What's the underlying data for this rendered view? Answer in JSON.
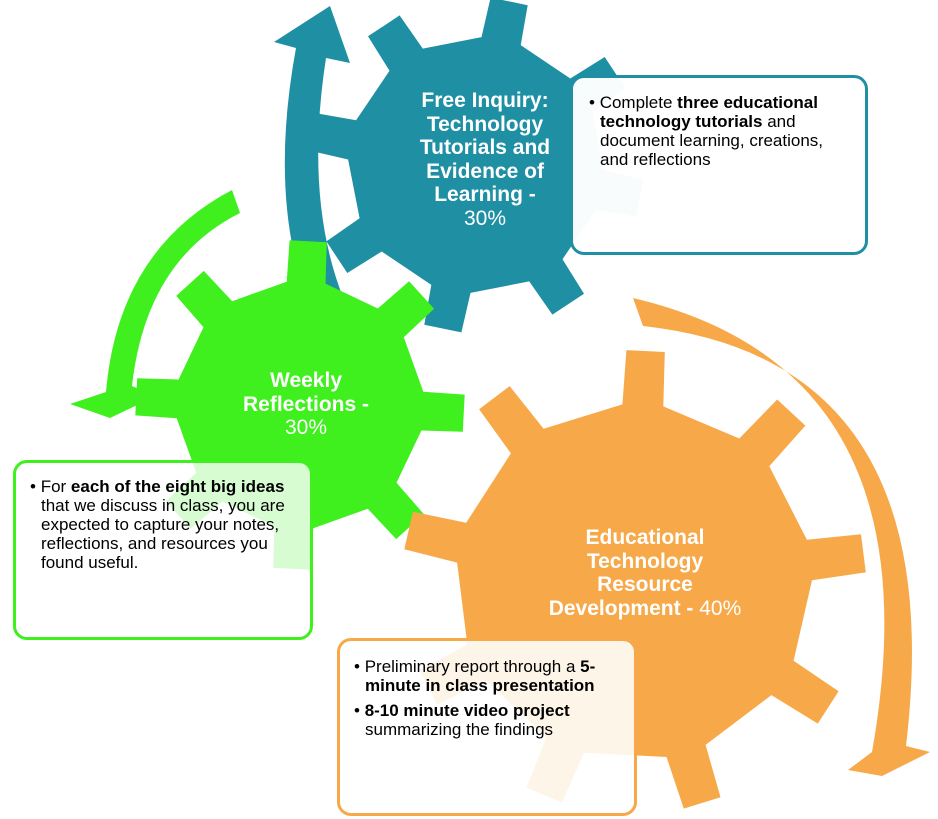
{
  "colors": {
    "teal": "#1f8fa3",
    "green": "#3ff01e",
    "orange": "#f7a94a"
  },
  "gears": {
    "inquiry": {
      "title_lines": [
        "Free Inquiry:",
        "Technology",
        "Tutorials and",
        "Evidence of",
        "Learning -"
      ],
      "percent": "30%",
      "bullets": [
        {
          "parts": [
            {
              "text": "Complete ",
              "bold": false
            },
            {
              "text": "three educational technology tutorials",
              "bold": true
            },
            {
              "text": " and document learning, creations, and reflections",
              "bold": false
            }
          ]
        }
      ]
    },
    "reflections": {
      "title_lines": [
        "Weekly",
        "Reflections -"
      ],
      "percent": "30%",
      "bullets": [
        {
          "parts": [
            {
              "text": "For ",
              "bold": false
            },
            {
              "text": "each of the eight big ideas",
              "bold": true
            },
            {
              "text": " that we discuss in class, you are expected to capture your notes, reflections, and resources you found useful.",
              "bold": false
            }
          ]
        }
      ]
    },
    "development": {
      "title_lines": [
        "Educational",
        "Technology",
        "Resource",
        "Development -"
      ],
      "percent": "40%",
      "bullets": [
        {
          "parts": [
            {
              "text": "Preliminary report through a ",
              "bold": false
            },
            {
              "text": "5-minute in class presentation",
              "bold": true
            }
          ]
        },
        {
          "parts": [
            {
              "text": "8-10 minute video project",
              "bold": true
            },
            {
              "text": " summarizing the findings",
              "bold": false
            }
          ]
        }
      ]
    }
  }
}
